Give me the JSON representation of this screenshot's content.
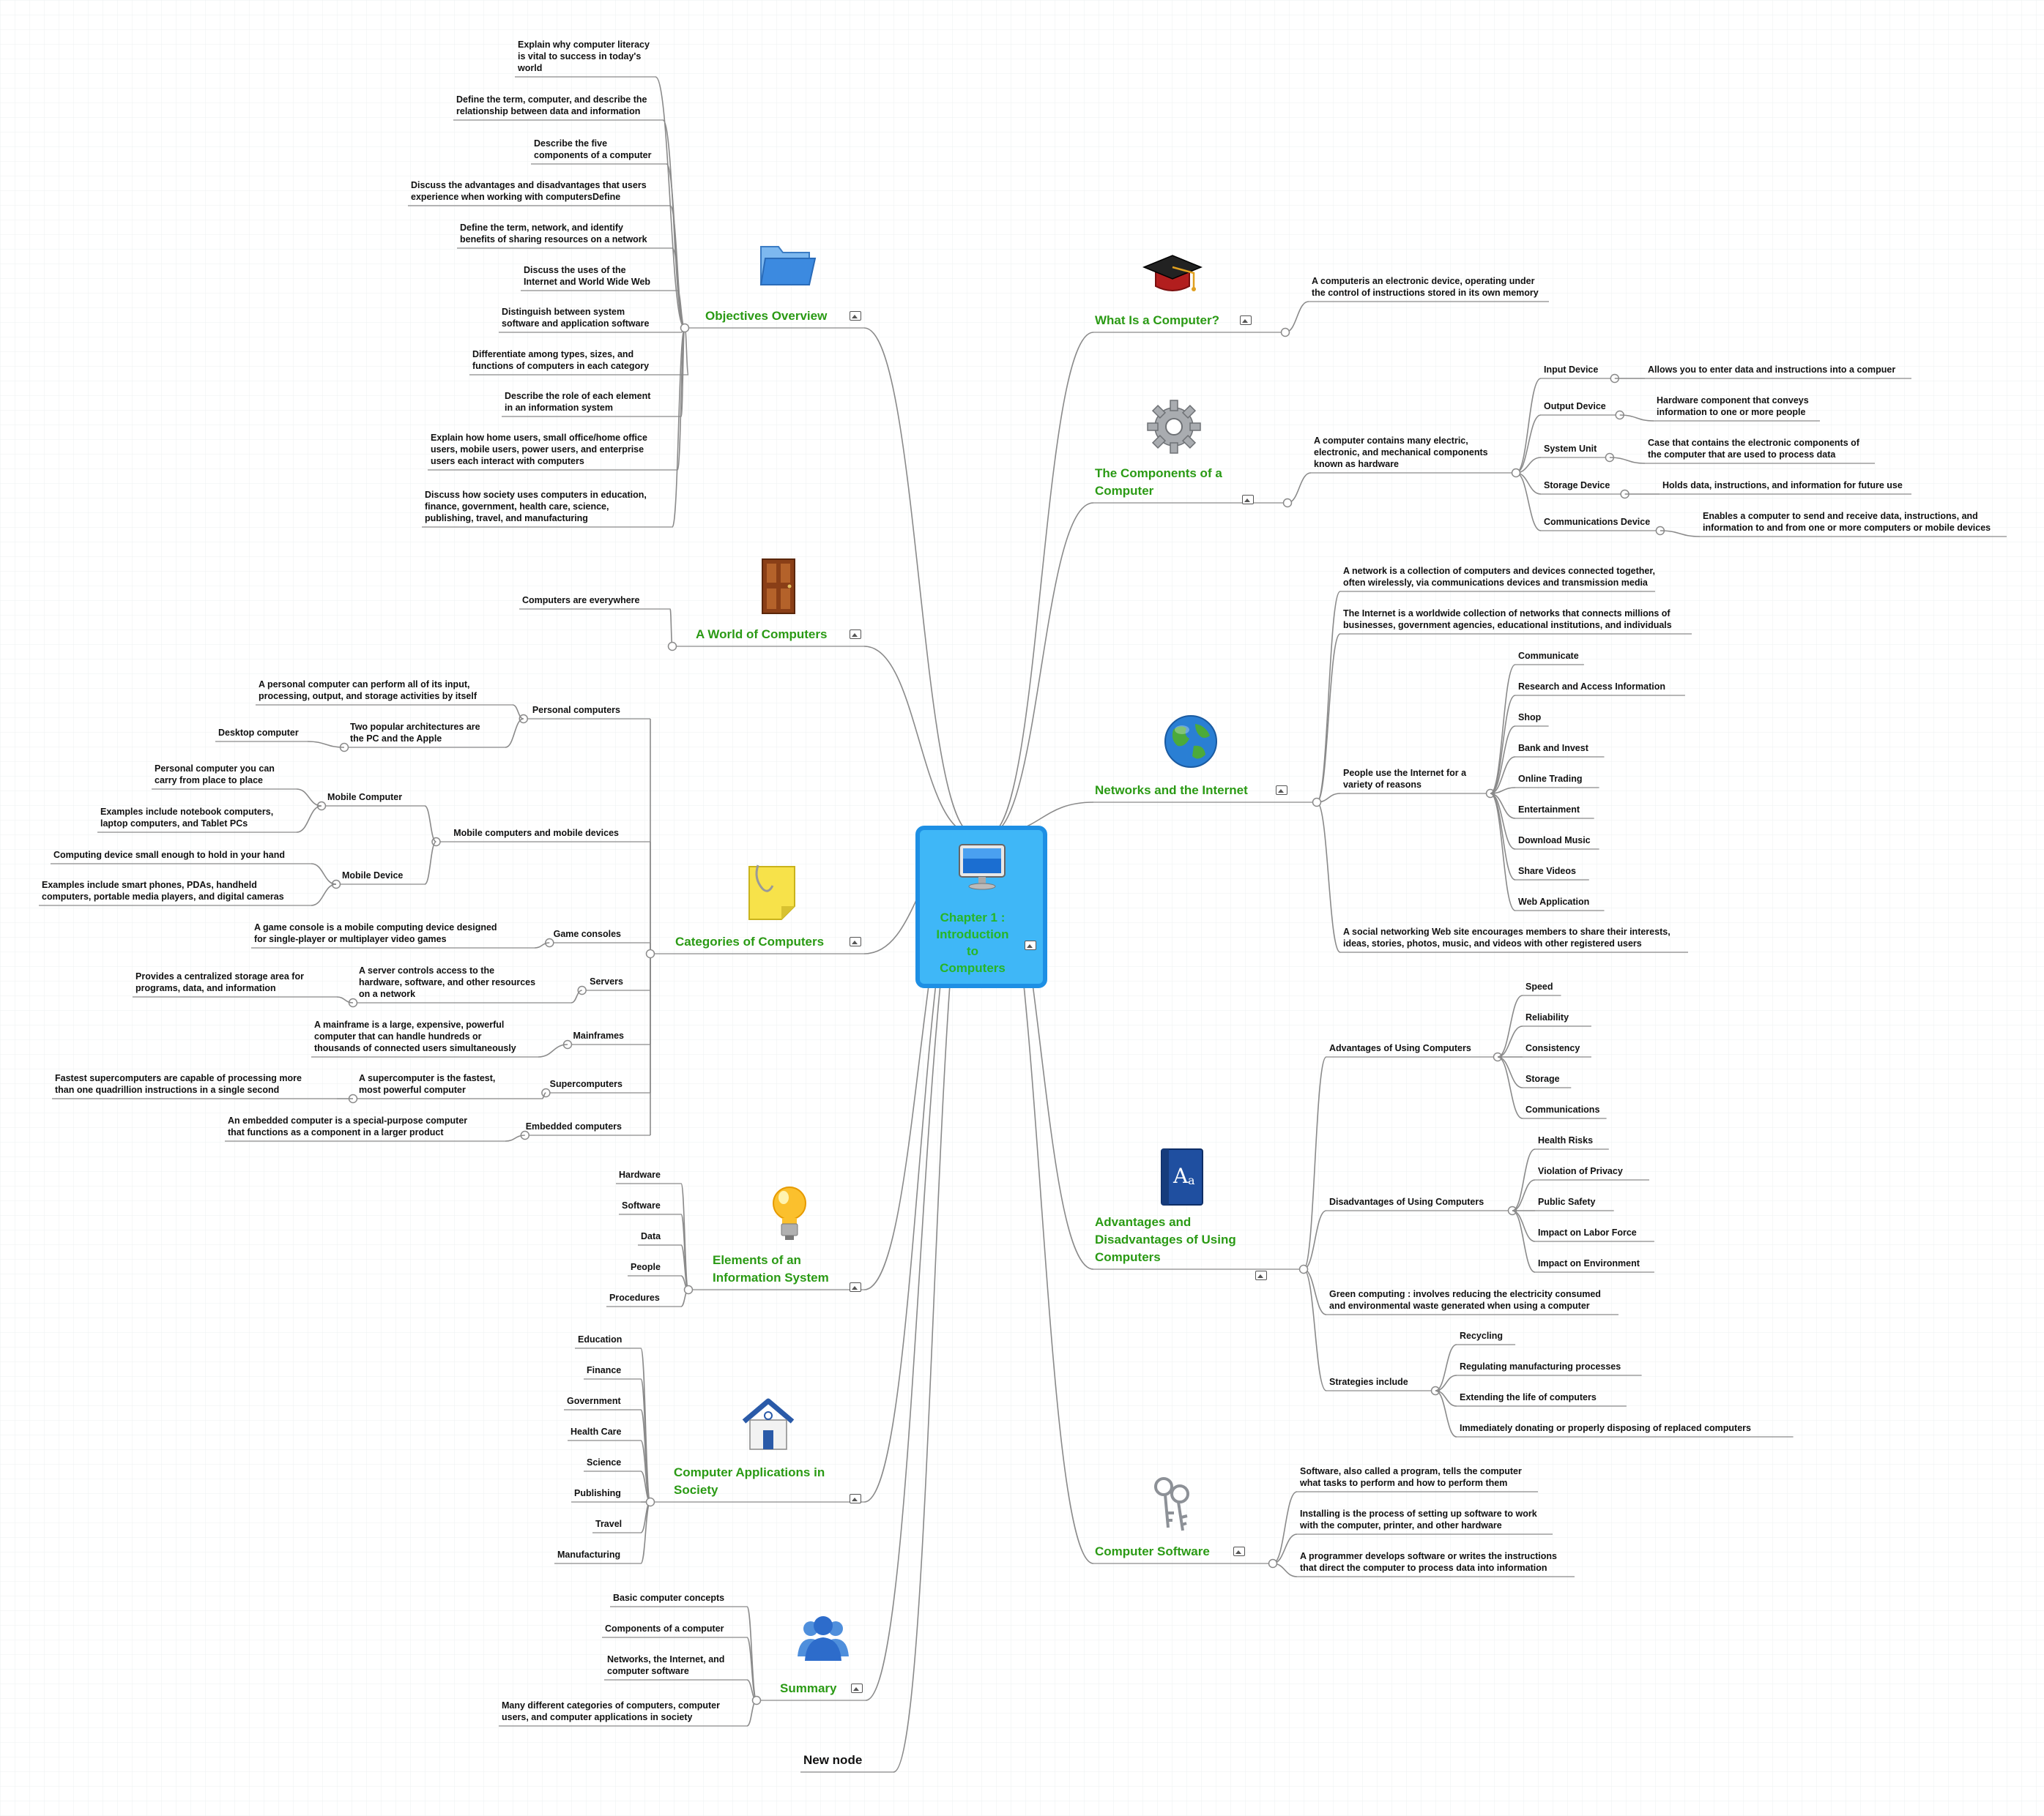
{
  "central": {
    "title": "Chapter 1 :\nIntroduction\nto\nComputers",
    "icon": "monitor-icon"
  },
  "branches": [
    {
      "id": "objectives",
      "title": "Objectives Overview",
      "icon": "folder-icon",
      "children": [
        "Explain why computer literacy\nis vital to success in today's\nworld",
        "Define the term, computer, and describe the\nrelationship between data and information",
        "Describe the five\ncomponents of a computer",
        "Discuss the advantages and disadvantages that users\nexperience when working with computersDefine",
        "Define the term, network, and identify\nbenefits of sharing resources on a network",
        "Discuss the uses of the\nInternet and World Wide Web",
        "Distinguish between system\nsoftware and application software",
        "Differentiate among types, sizes, and\nfunctions of computers in each category",
        "Describe the role of each element\nin an information system",
        "Explain how home users, small office/home office\nusers, mobile users, power users, and enterprise\nusers each interact with computers",
        "Discuss how society uses computers in education,\nfinance, government, health care, science,\npublishing, travel, and manufacturing"
      ]
    },
    {
      "id": "world",
      "title": "A World of Computers",
      "icon": "door-icon",
      "children": [
        "Computers are everywhere"
      ]
    },
    {
      "id": "categories",
      "title": "Categories of Computers",
      "icon": "sticky-note-icon",
      "children": [
        {
          "label": "Personal computers",
          "children": [
            "A personal computer can perform all of its input,\nprocessing, output, and storage activities by itself",
            {
              "label": "Two popular architectures are\nthe PC and the Apple",
              "children": [
                "Desktop computer"
              ]
            }
          ]
        },
        {
          "label": "Mobile computers and mobile devices",
          "children": [
            {
              "label": "Mobile Computer",
              "children": [
                "Personal computer you can\ncarry from place to place",
                "Examples include notebook computers,\nlaptop computers, and Tablet PCs"
              ]
            },
            {
              "label": "Mobile Device",
              "children": [
                "Computing device small enough to hold in your hand",
                "Examples include smart phones, PDAs, handheld\ncomputers, portable media players, and digital cameras"
              ]
            }
          ]
        },
        {
          "label": "Game consoles",
          "children": [
            "A game console is a mobile computing device designed\nfor single‐player or multiplayer video games"
          ]
        },
        {
          "label": "Servers",
          "children": [
            {
              "label": "A server controls access to the\nhardware, software, and other resources\non a network",
              "children": [
                "Provides a centralized storage area for\nprograms, data, and information"
              ]
            }
          ]
        },
        {
          "label": "Mainframes",
          "children": [
            "A mainframe is a large, expensive, powerful\ncomputer that can handle hundreds or\nthousands of connected users simultaneously"
          ]
        },
        {
          "label": "Supercomputers",
          "children": [
            {
              "label": "A supercomputer is the fastest,\nmost powerful computer",
              "children": [
                "Fastest supercomputers are capable of processing more\nthan one quadrillion instructions in a single second"
              ]
            }
          ]
        },
        {
          "label": "Embedded computers",
          "children": [
            "An embedded computer is a special‐purpose computer\nthat functions as a component in a larger product"
          ]
        }
      ]
    },
    {
      "id": "elements",
      "title": "Elements of an\nInformation System",
      "icon": "light-bulb-icon",
      "children": [
        "Hardware",
        "Software",
        "Data",
        "People",
        "Procedures"
      ]
    },
    {
      "id": "applications",
      "title": "Computer Applications in\nSociety",
      "icon": "house-icon",
      "children": [
        "Education",
        "Finance",
        "Government",
        "Health Care",
        "Science",
        "Publishing",
        "Travel",
        "Manufacturing"
      ]
    },
    {
      "id": "summary",
      "title": "Summary",
      "icon": "people-icon",
      "children": [
        "Basic computer concepts",
        "Components of a computer",
        "Networks, the Internet, and\ncomputer software",
        "Many different categories of computers, computer\nusers, and computer applications in society"
      ]
    },
    {
      "id": "newnode",
      "title": "New node"
    },
    {
      "id": "what",
      "title": "What Is a Computer?",
      "icon": "graduation-cap-icon",
      "children": [
        "A computeris an electronic device, operating under\nthe control of instructions stored in its own memory"
      ]
    },
    {
      "id": "components",
      "title": "The Components of a\nComputer",
      "icon": "gear-icon",
      "children": [
        {
          "label": "A computer contains many electric,\nelectronic, and mechanical components\nknown as hardware",
          "children": [
            {
              "label": "Input Device",
              "children": [
                "Allows you to enter data and instructions into a compuer"
              ]
            },
            {
              "label": "Output Device",
              "children": [
                "Hardware component that conveys\ninformation to one or more people"
              ]
            },
            {
              "label": "System Unit",
              "children": [
                "Case that contains the electronic components of\nthe computer that are used to process data"
              ]
            },
            {
              "label": "Storage Device",
              "children": [
                "Holds data, instructions, and information for future use"
              ]
            },
            {
              "label": "Communications Device",
              "children": [
                "Enables a computer to send and receive data, instructions, and\ninformation to and from one or more computers or mobile devices"
              ]
            }
          ]
        }
      ]
    },
    {
      "id": "networks",
      "title": "Networks and the Internet",
      "icon": "globe-icon",
      "children": [
        "A network is a collection of computers and devices connected together,\noften wirelessly, via communications devices and transmission media",
        "The Internet is a worldwide collection of networks that connects millions of\nbusinesses, government agencies, educational institutions, and individuals",
        {
          "label": "People use the Internet for a\nvariety of reasons",
          "children": [
            "Communicate",
            "Research and Access Information",
            "Shop",
            "Bank and Invest",
            "Online Trading",
            "Entertainment",
            "Download Music",
            "Share Videos",
            "Web Application"
          ]
        },
        "A social networking Web site encourages members to share their interests,\nideas, stories, photos, music, and videos with other registered users"
      ]
    },
    {
      "id": "advantages",
      "title": "Advantages and\nDisadvantages of Using\nComputers",
      "icon": "dictionary-book-icon",
      "children": [
        {
          "label": "Advantages of Using Computers",
          "children": [
            "Speed",
            "Reliability",
            "Consistency",
            "Storage",
            "Communications"
          ]
        },
        {
          "label": "Disadvantages of Using Computers",
          "children": [
            "Health Risks",
            "Violation of Privacy",
            "Public Safety",
            "Impact on Labor Force",
            "Impact on Environment"
          ]
        },
        "Green computing : involves reducing the electricity consumed\nand environmental waste generated when using a computer",
        {
          "label": "Strategies include",
          "children": [
            "Recycling",
            "Regulating manufacturing processes",
            "Extending the life of computers",
            "Immediately donating or properly disposing of replaced computers"
          ]
        }
      ]
    },
    {
      "id": "software",
      "title": "Computer Software",
      "icon": "keys-icon",
      "children": [
        "Software, also called a program, tells the computer\nwhat tasks to perform and how to perform them",
        "Installing is the process of setting up software to work\nwith the computer, printer, and other hardware",
        "A programmer develops software or writes the instructions\nthat direct the computer to process data into information"
      ]
    }
  ],
  "colors": {
    "topic": "#2a9a14",
    "central_fill": "#3fb7f7",
    "central_border": "#1d8fe4",
    "line": "#8a8a8a",
    "grid": "#eef0f2"
  }
}
